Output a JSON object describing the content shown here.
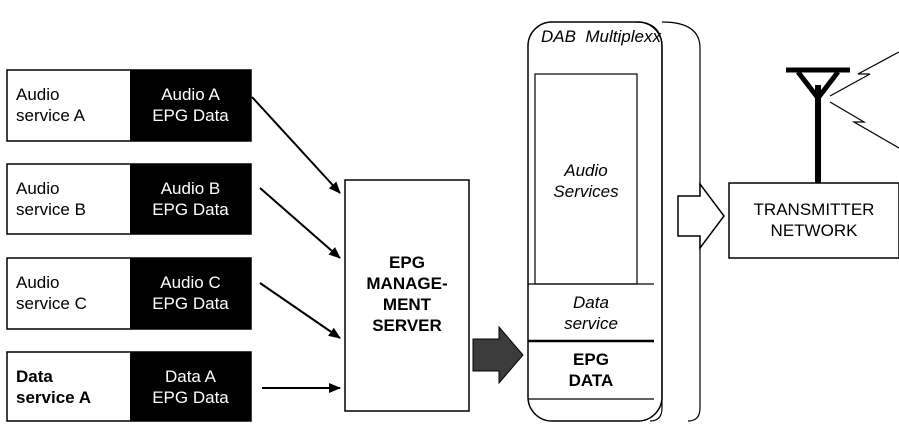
{
  "sources": [
    {
      "name": "Audio\nservice A",
      "epg": "Audio A\nEPG Data",
      "bold": false
    },
    {
      "name": "Audio\nservice B",
      "epg": "Audio B\nEPG Data",
      "bold": false
    },
    {
      "name": "Audio\nservice C",
      "epg": "Audio C\nEPG Data",
      "bold": false
    },
    {
      "name": "Data\nservice A",
      "epg": "Data A\nEPG Data",
      "bold": true
    }
  ],
  "server": {
    "label": "EPG\nMANAGE-\nMENT\nSERVER"
  },
  "multiplex": {
    "title": "DAB  Multiplexx",
    "audio_services": "Audio\nServices",
    "data_service": "Data\nservice",
    "epg_data": "EPG\nDATA"
  },
  "transmitter": {
    "label": "TRANSMITTER\nNETWORK"
  },
  "icons": {
    "antenna": "antenna-icon",
    "signal": "lightning-signal-icon"
  }
}
